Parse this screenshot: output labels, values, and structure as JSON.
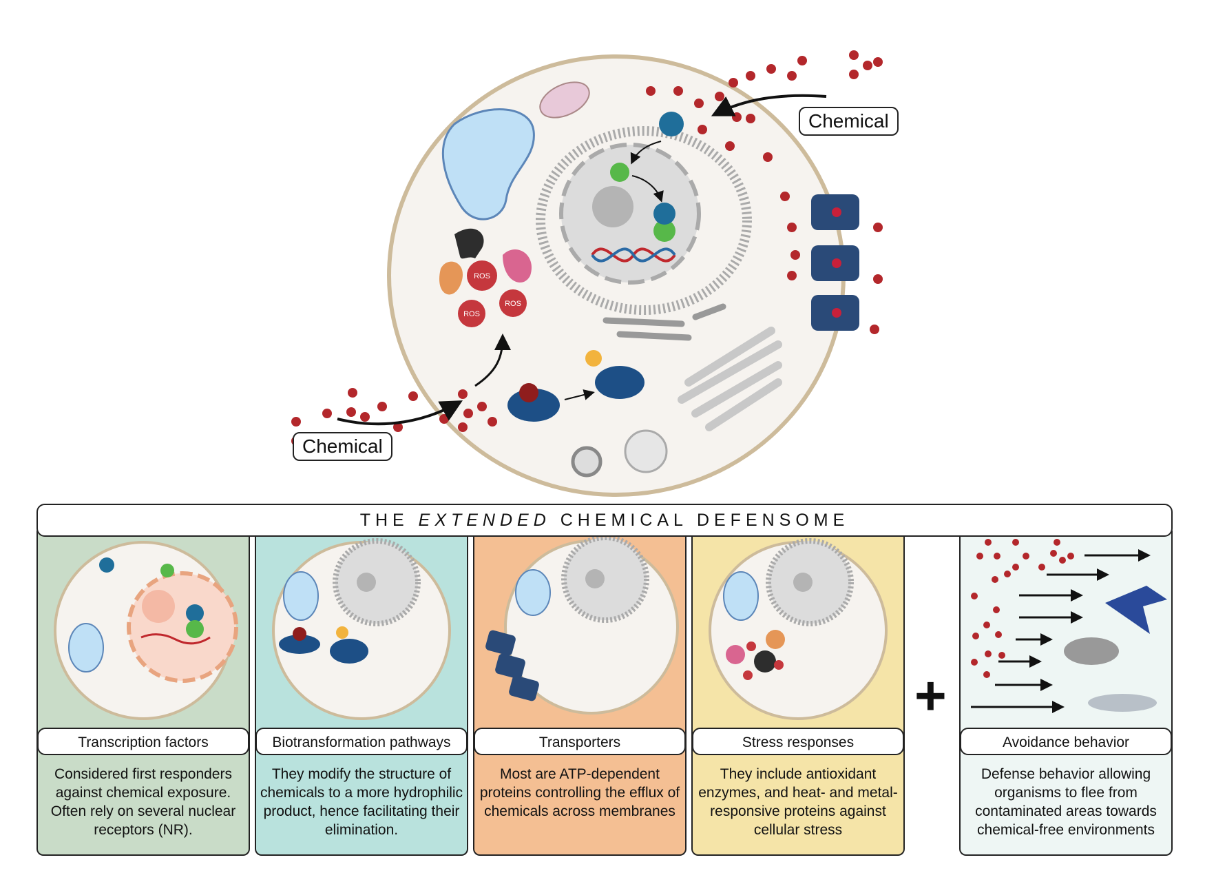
{
  "main_cell": {
    "chemical_labels": [
      "Chemical",
      "Chemical"
    ],
    "ros_labels": [
      "ROS",
      "ROS",
      "ROS"
    ]
  },
  "banner": {
    "prefix": "THE",
    "emphasis": "EXTENDED",
    "suffix": "CHEMICAL DEFENSOME"
  },
  "panels": [
    {
      "title": "Transcription factors",
      "description": "Considered first responders against chemical exposure. Often rely on several nuclear receptors (NR).",
      "color": "#c9dcc8"
    },
    {
      "title": "Biotransformation pathways",
      "description": "They modify the structure of chemicals to a more hydrophilic product, hence facilitating their elimination.",
      "color": "#b9e2dd"
    },
    {
      "title": "Transporters",
      "description": "Most are ATP-dependent proteins controlling the efflux of chemicals across membranes",
      "color": "#f4bf93"
    },
    {
      "title": "Stress responses",
      "description": "They include antioxidant enzymes, and heat- and metal-responsive proteins against cellular stress",
      "color": "#f5e4a8"
    },
    {
      "title": "Avoidance behavior",
      "description": "Defense behavior allowing organisms to flee from contaminated areas towards chemical-free environments",
      "color": "#eef6f4"
    }
  ],
  "plus_sign": "+",
  "colors": {
    "chemical": "#b3272b",
    "cell_fill": "#f6f3ef",
    "membrane": "#cdbb9b",
    "protein_blue": "#1d4f86",
    "receptor_teal": "#1f6e9a",
    "nr_green": "#57b849",
    "ros_red": "#c5373d"
  }
}
